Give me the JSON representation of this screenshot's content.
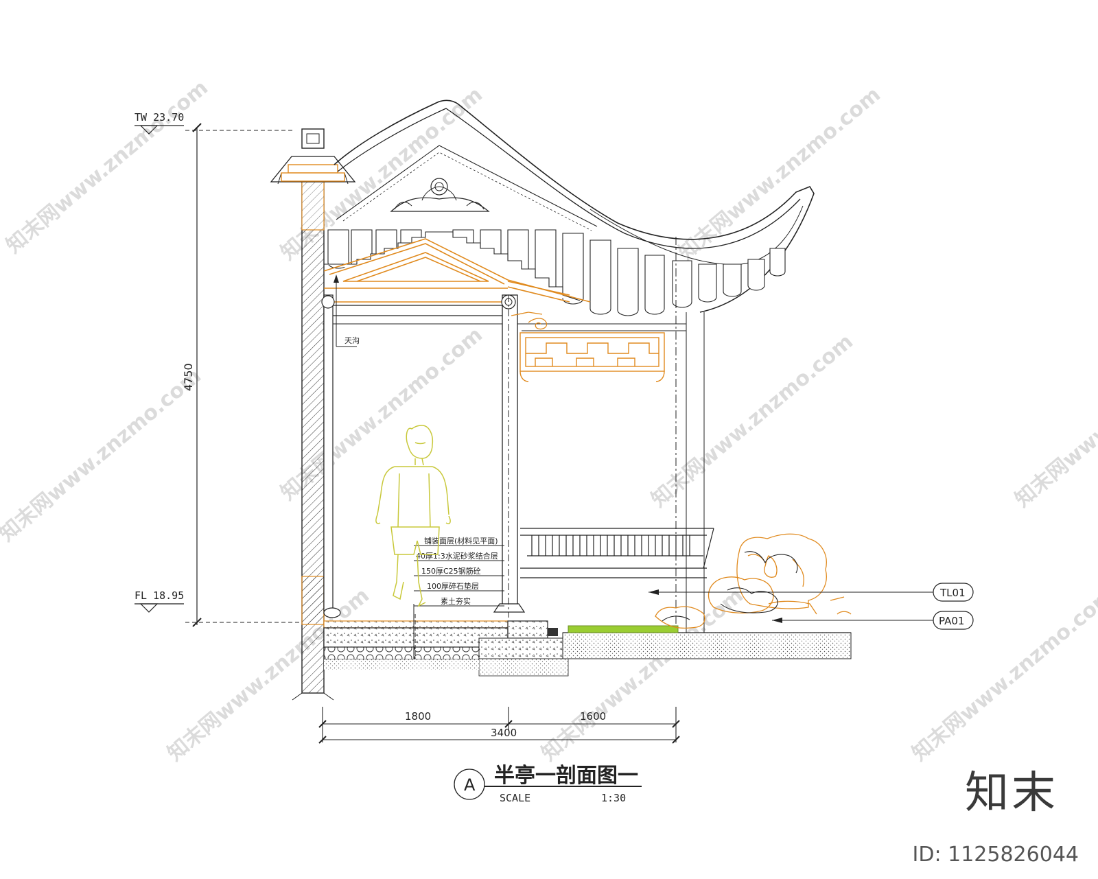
{
  "drawing": {
    "title": "半亭一剖面图一",
    "section_mark": "A",
    "scale_label": "SCALE",
    "scale_value": "1:30"
  },
  "levels": {
    "top": "TW 23.70",
    "floor": "FL 18.95"
  },
  "dimensions": {
    "height": "4750",
    "span_left": "1800",
    "span_right": "1600",
    "span_total": "3400"
  },
  "notes": {
    "gutter": "天沟",
    "layers": [
      "铺装面层(材料见平面)",
      "40厚1:3水泥砂浆结合层",
      "150厚C25钢筋砼",
      "100厚碎石垫层",
      "素土夯实"
    ]
  },
  "callouts": {
    "tl": "TL01",
    "pa": "PA01"
  },
  "watermark": {
    "text": "知末网www.znzmo.com",
    "brand": "知末",
    "id": "ID: 1125826044"
  },
  "colors": {
    "line": "#1a1a1a",
    "orange": "#e08a1e",
    "figure": "#c8c83a",
    "grass": "#9acd32"
  }
}
